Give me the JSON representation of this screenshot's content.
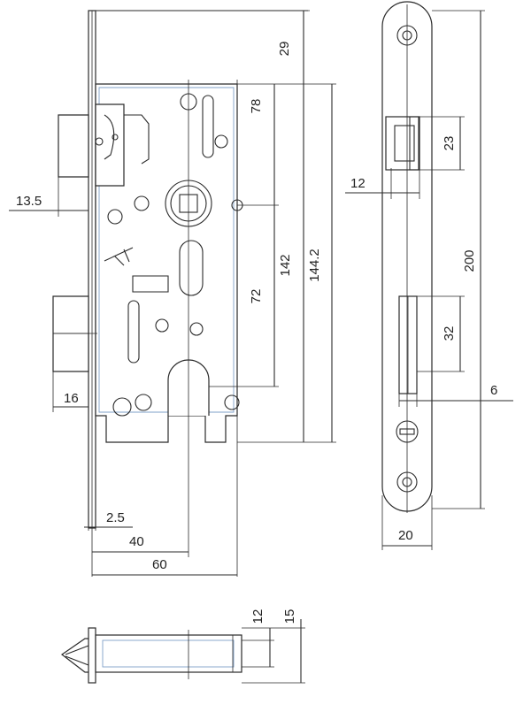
{
  "dimensions": {
    "d29": "29",
    "d78": "78",
    "d142": "142",
    "d144_2": "144.2",
    "d72": "72",
    "d13_5": "13.5",
    "d16": "16",
    "d2_5": "2.5",
    "d40": "40",
    "d60": "60",
    "d12_front": "12",
    "d23": "23",
    "d200": "200",
    "d32": "32",
    "d6": "6",
    "d20": "20",
    "d12_bottom": "12",
    "d15": "15"
  },
  "colors": {
    "line": "#2a2a2a",
    "accent_outline": "#7fa0c8"
  }
}
